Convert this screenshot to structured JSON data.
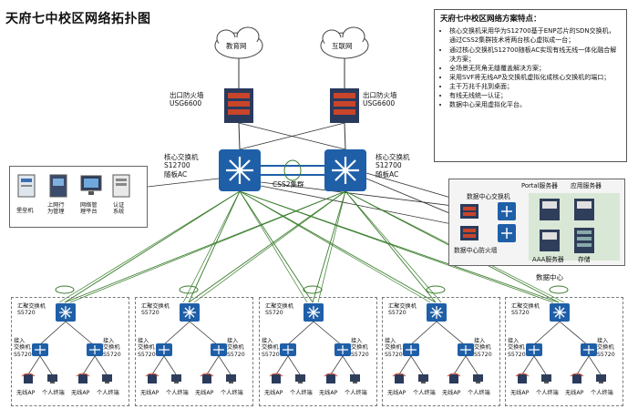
{
  "title": "天府七中校区网络拓扑图",
  "features": {
    "title": "天府七中校区网络方案特点：",
    "items": [
      "核心交换机采用华为S12700基于ENP芯片的SDN交换机，通过CSS2集群技术将两台核心虚拟成一台；",
      "通过核心交换机S12700随板AC实现有线无线一体化融合解决方案；",
      "全场景无死角无缝覆盖解决方案；",
      "采用SVF将无线AP及交换机虚拟化成核心交换机的端口；",
      "主干万兆千兆到桌面；",
      "有线无线统一认证；",
      "数据中心采用虚拟化平台。"
    ]
  },
  "clouds": [
    {
      "label": "教育网"
    },
    {
      "label": "互联网"
    }
  ],
  "firewall": {
    "line1": "出口防火墙",
    "line2": "USG6600"
  },
  "core": {
    "line1": "核心交换机",
    "line2": "S12700",
    "line3": "随板AC"
  },
  "css2_label": "CSS2集群",
  "mgmt_items": [
    {
      "label": "堡垒机"
    },
    {
      "label": "上网行\n为管理"
    },
    {
      "label": "网络管\n理平台"
    },
    {
      "label": "认证\n系统"
    }
  ],
  "datacenter": {
    "dc_switch": "数据中心交换机",
    "dc_firewall": "数据中心防火墙",
    "portal": "Portal服务器",
    "app": "应用服务器",
    "aaa": "AAA服务器",
    "storage": "存储",
    "caption": "数据中心"
  },
  "group": {
    "agg_label": "汇聚交换机",
    "agg_model": "S5720",
    "access_label": "接入\n交换机\nS5720",
    "ap_label": "无线AP",
    "pc_label": "个人终端"
  },
  "colors": {
    "green_line": "#3a7d2c",
    "dark_line": "#333333",
    "switch_blue": "#1f5fa8",
    "firewall_red": "#c8452b"
  }
}
